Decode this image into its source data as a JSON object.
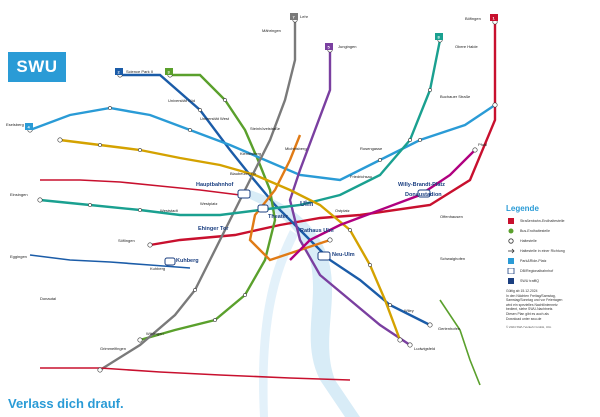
{
  "brand": {
    "logo": "SWU",
    "slogan": "Verlass dich drauf."
  },
  "colors": {
    "line1": "#c8102e",
    "line2": "#1b5ca8",
    "line3": "#5aa02c",
    "line4": "#2a9bd6",
    "line5": "#7a3fa0",
    "line6": "#e07b16",
    "line7": "#7a7a7a",
    "line8": "#1aa090",
    "line9": "#d4a200",
    "line10": "#b0007f",
    "river": "#d8ecf7"
  },
  "lines": [
    {
      "id": "l1",
      "label": "1",
      "color": "#c8102e",
      "from": "Böfingen",
      "to": "Söflingen"
    },
    {
      "id": "l2",
      "label": "2",
      "color": "#1b5ca8",
      "from": "Science Park II",
      "to": "Kuhberg"
    },
    {
      "id": "l3",
      "label": "3",
      "color": "#5aa02c",
      "from": "Science Park II",
      "to": "Wiblingen"
    },
    {
      "id": "l4",
      "label": "4",
      "color": "#2a9bd6",
      "from": "Eselsberg",
      "to": "Kuhberg"
    },
    {
      "id": "l5",
      "label": "5",
      "color": "#7a3fa0",
      "from": "Jungingen",
      "to": "Wiley"
    },
    {
      "id": "l6",
      "label": "6",
      "color": "#e07b16",
      "from": "Eselsberg",
      "to": "Neu-Ulm"
    },
    {
      "id": "l7",
      "label": "7",
      "color": "#7a7a7a",
      "from": "Lehr",
      "to": "Grimmelfingen"
    },
    {
      "id": "l8",
      "label": "8",
      "color": "#1aa090",
      "from": "Böfingen",
      "to": "Ludwigsfeld"
    },
    {
      "id": "l9",
      "label": "9",
      "color": "#d4a200",
      "from": "Eselsberg",
      "to": "Ludwigsfeld"
    },
    {
      "id": "l10",
      "label": "10",
      "color": "#b0007f",
      "from": "Gerlenhofen",
      "to": "Ulm Hbf"
    }
  ],
  "stations_major": [
    {
      "id": "hbf",
      "name": "Hauptbahnhof"
    },
    {
      "id": "ehinger",
      "name": "Ehinger Tor"
    },
    {
      "id": "theater",
      "name": "Theater"
    },
    {
      "id": "rathaus",
      "name": "Rathaus Ulm"
    },
    {
      "id": "neuulm",
      "name": "Neu-Ulm"
    },
    {
      "id": "ulm",
      "name": "Ulm"
    },
    {
      "id": "donaustadion",
      "name": "Donaustadion"
    },
    {
      "id": "willy",
      "name": "Willy-Brandt-Platz"
    },
    {
      "id": "kuhberg",
      "name": "Kuhberg"
    }
  ],
  "stations": [
    {
      "n": "Böfingen"
    },
    {
      "n": "Obere Halde"
    },
    {
      "n": "Buchauer Straße"
    },
    {
      "n": "Rosengasse"
    },
    {
      "n": "Eselsberg"
    },
    {
      "n": "Universität Süd"
    },
    {
      "n": "Universität West"
    },
    {
      "n": "Science Park II"
    },
    {
      "n": "Söflingen"
    },
    {
      "n": "Jungingen"
    },
    {
      "n": "Lehr"
    },
    {
      "n": "Mähringen"
    },
    {
      "n": "Wiblingen"
    },
    {
      "n": "Grimmelfingen"
    },
    {
      "n": "Gerlenhofen"
    },
    {
      "n": "Ludwigsfeld"
    },
    {
      "n": "Wiley"
    },
    {
      "n": "Pfuhl"
    },
    {
      "n": "Offenhausen"
    },
    {
      "n": "Schwaighofen"
    },
    {
      "n": "Einsingen"
    },
    {
      "n": "Donautal"
    },
    {
      "n": "Eggingen"
    },
    {
      "n": "Kuhberg"
    },
    {
      "n": "Westplatz"
    },
    {
      "n": "Blaubeurer Tor"
    },
    {
      "n": "Friedrichsau"
    },
    {
      "n": "Weststadt"
    },
    {
      "n": "Kienlesberg"
    },
    {
      "n": "Michelsberg"
    },
    {
      "n": "Ostplatz"
    },
    {
      "n": "Steinhövelstraße"
    }
  ],
  "legend": {
    "title": "Legende",
    "items": [
      {
        "sym": "tram",
        "label": "Straßenbahn-Endhaltestelle"
      },
      {
        "sym": "bus",
        "label": "Bus-Endhaltestelle"
      },
      {
        "sym": "stop",
        "label": "Haltestelle"
      },
      {
        "sym": "dir",
        "label": "Haltestelle in einer Richtung"
      },
      {
        "sym": "pr",
        "label": "Park&Ride-Platz"
      },
      {
        "sym": "train",
        "label": "DB/Regionalbahnhof"
      },
      {
        "sym": "swu",
        "label": "SWU traffiQ"
      }
    ],
    "valid": "Gültig ab 15.12.2024",
    "notes": [
      "In den Nächten Freitag/Samstag,",
      "Samstag/Sonntag und vor Feiertagen",
      "wird ein spezielles Nachtliniennetz",
      "bedient, siehe SWU-Nachtnetz.",
      "",
      "Diesen Plan gibt es auch als",
      "Download unter swu.de"
    ],
    "copyright": "© 2024 SWU Verkehr GmbH, Ulm"
  }
}
